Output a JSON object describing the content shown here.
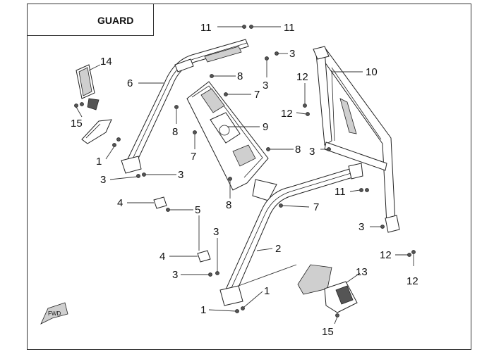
{
  "title": "GUARD",
  "fwd_label": "FWD",
  "callouts": [
    {
      "id": "c11a",
      "text": "11"
    },
    {
      "id": "c11b",
      "text": "11"
    },
    {
      "id": "c14",
      "text": "14"
    },
    {
      "id": "c6",
      "text": "6"
    },
    {
      "id": "c8a",
      "text": "8"
    },
    {
      "id": "c3a",
      "text": "3"
    },
    {
      "id": "c3b",
      "text": "3"
    },
    {
      "id": "c10",
      "text": "10"
    },
    {
      "id": "c7a",
      "text": "7"
    },
    {
      "id": "c12a",
      "text": "12"
    },
    {
      "id": "c12b",
      "text": "12"
    },
    {
      "id": "c15a",
      "text": "15"
    },
    {
      "id": "c9",
      "text": "9"
    },
    {
      "id": "c8b",
      "text": "8"
    },
    {
      "id": "c7b",
      "text": "7"
    },
    {
      "id": "c8c",
      "text": "8"
    },
    {
      "id": "c3c",
      "text": "3"
    },
    {
      "id": "c1a",
      "text": "1"
    },
    {
      "id": "c3d",
      "text": "3"
    },
    {
      "id": "c3e",
      "text": "3"
    },
    {
      "id": "c11c",
      "text": "11"
    },
    {
      "id": "c8d",
      "text": "8"
    },
    {
      "id": "c7c",
      "text": "7"
    },
    {
      "id": "c4a",
      "text": "4"
    },
    {
      "id": "c5",
      "text": "5"
    },
    {
      "id": "c3f",
      "text": "3"
    },
    {
      "id": "c3g",
      "text": "3"
    },
    {
      "id": "c2",
      "text": "2"
    },
    {
      "id": "c4b",
      "text": "4"
    },
    {
      "id": "c12c",
      "text": "12"
    },
    {
      "id": "c3h",
      "text": "3"
    },
    {
      "id": "c12d",
      "text": "12"
    },
    {
      "id": "c13",
      "text": "13"
    },
    {
      "id": "c1b",
      "text": "1"
    },
    {
      "id": "c1c",
      "text": "1"
    },
    {
      "id": "c15b",
      "text": "15"
    }
  ]
}
